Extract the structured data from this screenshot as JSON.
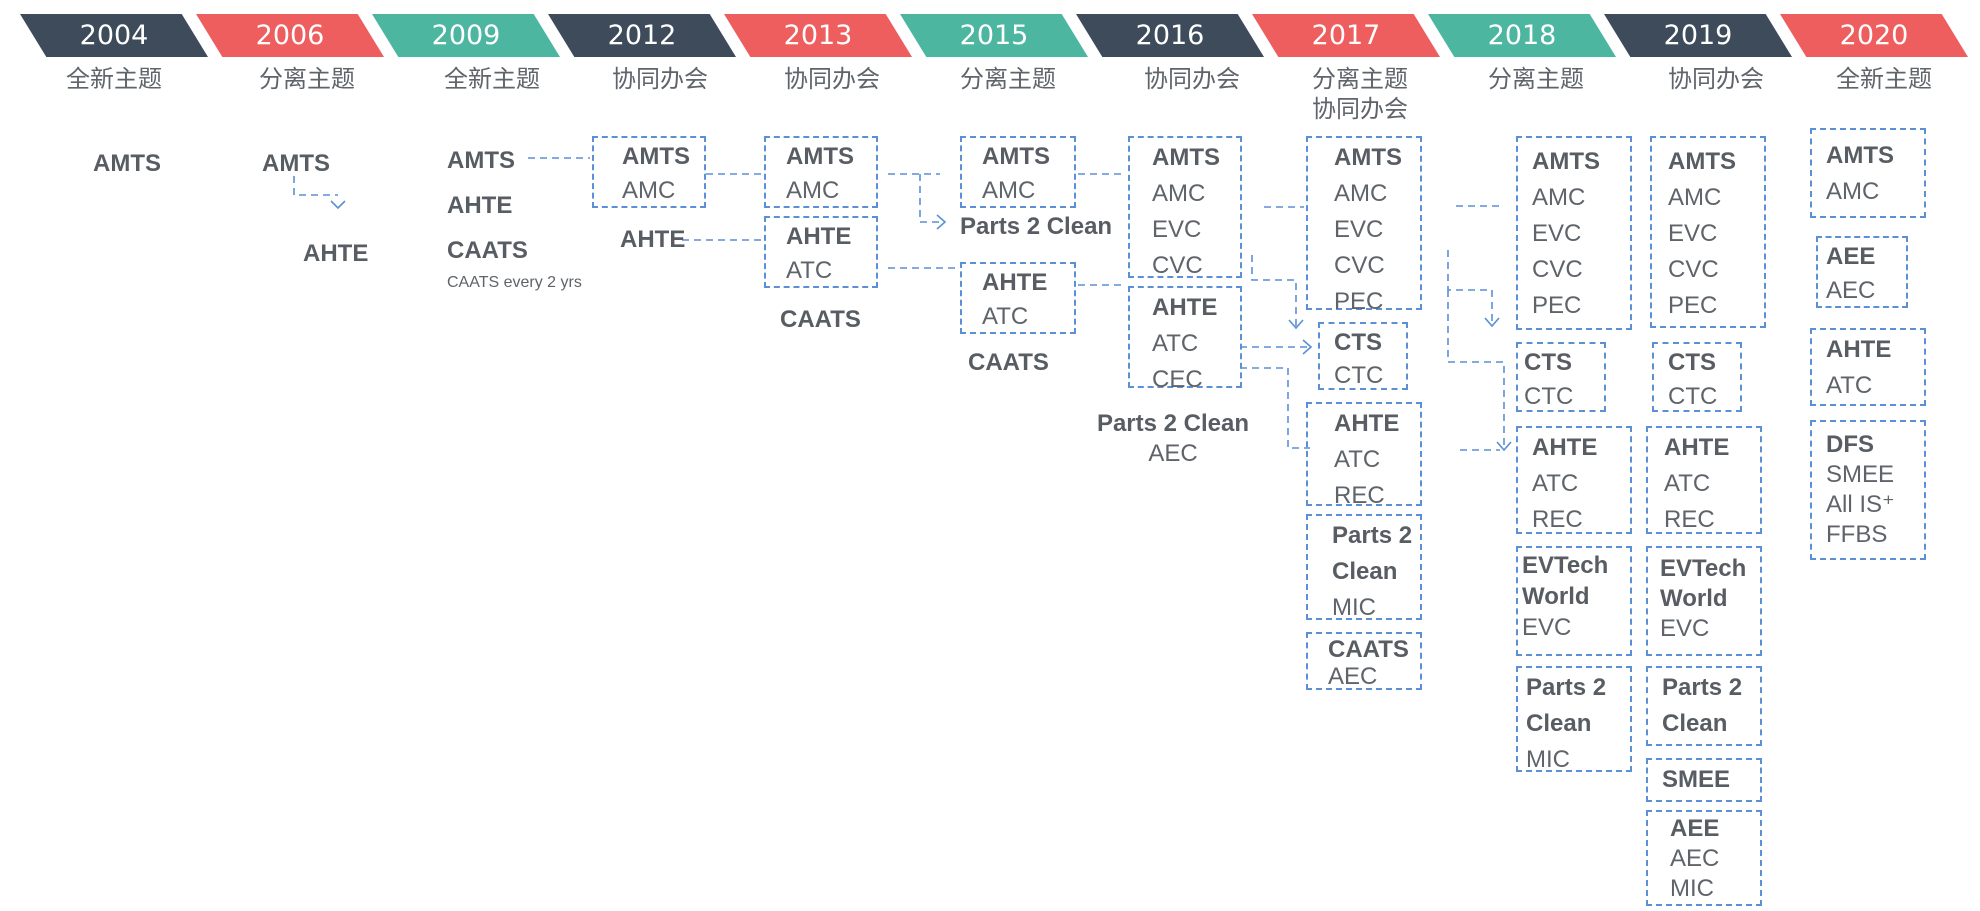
{
  "timeline": {
    "years": [
      {
        "year": "2004",
        "theme": [
          "全新主题"
        ],
        "color": "#3d4b5a"
      },
      {
        "year": "2006",
        "theme": [
          "分离主题"
        ],
        "color": "#ee5e5e"
      },
      {
        "year": "2009",
        "theme": [
          "全新主题"
        ],
        "color": "#4db6a0"
      },
      {
        "year": "2012",
        "theme": [
          "协同办会"
        ],
        "color": "#3d4b5a"
      },
      {
        "year": "2013",
        "theme": [
          "协同办会"
        ],
        "color": "#ee5e5e"
      },
      {
        "year": "2015",
        "theme": [
          "分离主题"
        ],
        "color": "#4db6a0"
      },
      {
        "year": "2016",
        "theme": [
          "协同办会"
        ],
        "color": "#3d4b5a"
      },
      {
        "year": "2017",
        "theme": [
          "分离主题",
          "协同办会"
        ],
        "color": "#ee5e5e"
      },
      {
        "year": "2018",
        "theme": [
          "分离主题"
        ],
        "color": "#4db6a0"
      },
      {
        "year": "2019",
        "theme": [
          "协同办会"
        ],
        "color": "#3d4b5a"
      },
      {
        "year": "2020",
        "theme": [
          "全新主题"
        ],
        "color": "#ee5e5e"
      }
    ]
  },
  "groups": {
    "y2004": {
      "amts": "AMTS"
    },
    "y2006": {
      "amts": "AMTS",
      "ahte": "AHTE"
    },
    "y2009": {
      "amts": "AMTS",
      "ahte": "AHTE",
      "caats": "CAATS",
      "note": "CAATS every 2 yrs"
    },
    "y2012": {
      "amts": [
        "AMTS",
        "AMC"
      ],
      "ahte": "AHTE"
    },
    "y2013": {
      "amts": [
        "AMTS",
        "AMC"
      ],
      "ahte": [
        "AHTE",
        "ATC"
      ],
      "caats": "CAATS"
    },
    "y2015": {
      "amts": [
        "AMTS",
        "AMC"
      ],
      "p2c": "Parts 2 Clean",
      "ahte": [
        "AHTE",
        "ATC"
      ],
      "caats": "CAATS"
    },
    "y2016": {
      "amts": [
        "AMTS",
        "AMC",
        "EVC",
        "CVC"
      ],
      "ahte": [
        "AHTE",
        "ATC",
        "CEC"
      ],
      "p2c": [
        "Parts 2 Clean",
        "AEC"
      ]
    },
    "y2017": {
      "amts": [
        "AMTS",
        "AMC",
        "EVC",
        "CVC",
        "PEC"
      ],
      "cts": [
        "CTS",
        "CTC"
      ],
      "ahte": [
        "AHTE",
        "ATC",
        "REC"
      ],
      "p2c": [
        "Parts 2",
        "Clean",
        "MIC"
      ],
      "caats": [
        "CAATS",
        "AEC"
      ]
    },
    "y2018": {
      "amts": [
        "AMTS",
        "AMC",
        "EVC",
        "CVC",
        "PEC"
      ],
      "cts": [
        "CTS",
        "CTC"
      ],
      "ahte": [
        "AHTE",
        "ATC",
        "REC"
      ],
      "evtech": [
        "EVTech",
        "World",
        "EVC"
      ],
      "p2c": [
        "Parts 2",
        "Clean",
        "MIC"
      ]
    },
    "y2019": {
      "amts": [
        "AMTS",
        "AMC",
        "EVC",
        "CVC",
        "PEC"
      ],
      "cts": [
        "CTS",
        "CTC"
      ],
      "ahte": [
        "AHTE",
        "ATC",
        "REC"
      ],
      "evtech": [
        "EVTech",
        "World",
        "EVC"
      ],
      "p2c": [
        "Parts 2",
        "Clean"
      ],
      "smee": [
        "SMEE"
      ],
      "aee": [
        "AEE",
        "AEC",
        "MIC"
      ]
    },
    "y2020": {
      "amts": [
        "AMTS",
        "AMC"
      ],
      "aee": [
        "AEE",
        "AEC"
      ],
      "ahte": [
        "AHTE",
        "ATC"
      ],
      "dfs": [
        "DFS",
        "SMEE",
        "All IS⁺",
        "FFBS"
      ]
    }
  },
  "style": {
    "line_color": "#5b8fd6",
    "text_color": "#5f646b"
  }
}
